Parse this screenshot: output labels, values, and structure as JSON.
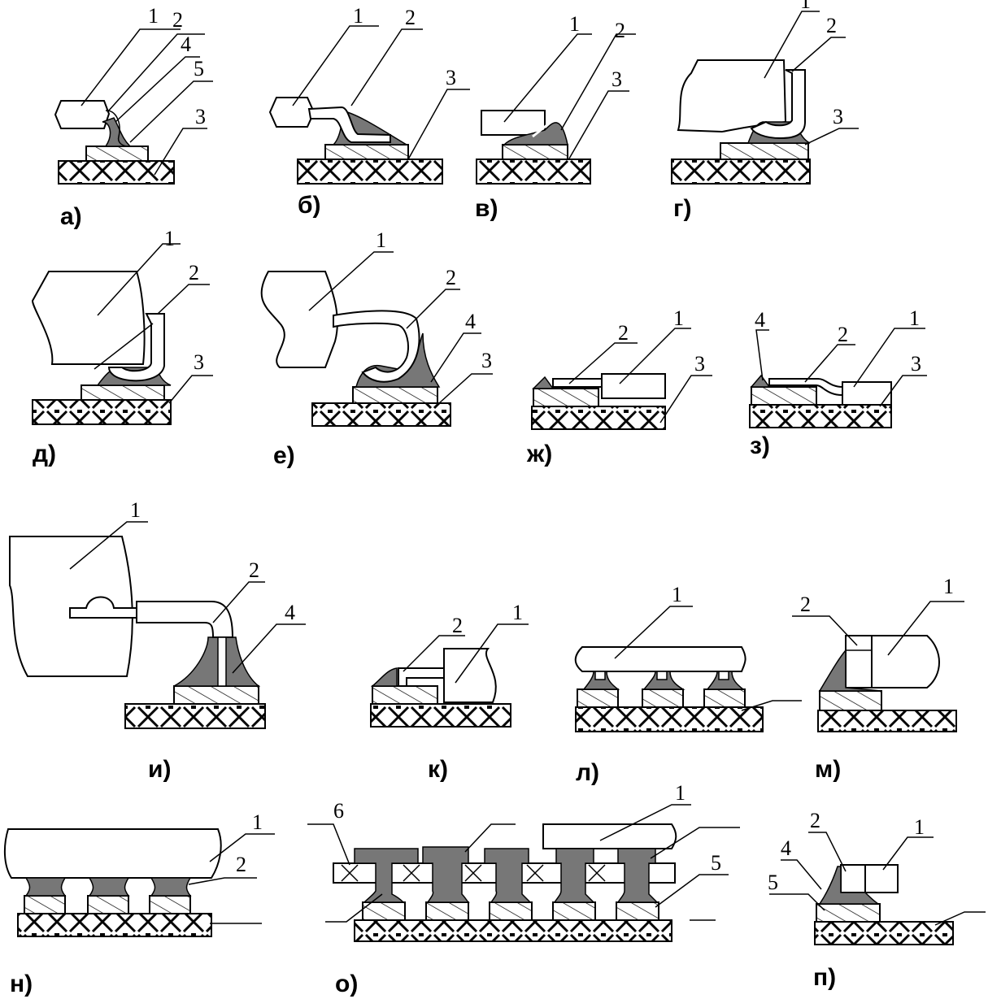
{
  "figure": {
    "panel_letters": [
      "а)",
      "б)",
      "в)",
      "г)",
      "д)",
      "е)",
      "ж)",
      "з)",
      "и)",
      "к)",
      "л)",
      "м)",
      "н)",
      "о)",
      "п)"
    ],
    "callouts": {
      "a": [
        "1",
        "2",
        "4",
        "5",
        "3"
      ],
      "b": [
        "1",
        "2",
        "3"
      ],
      "v": [
        "1",
        "2",
        "3"
      ],
      "g": [
        "1",
        "2",
        "3"
      ],
      "d": [
        "1",
        "2",
        "3"
      ],
      "e": [
        "1",
        "2",
        "4",
        "3"
      ],
      "zh": [
        "2",
        "1",
        "3"
      ],
      "z": [
        "4",
        "2",
        "1",
        "3"
      ],
      "i": [
        "1",
        "2",
        "4"
      ],
      "k": [
        "2",
        "1"
      ],
      "l": [
        "1"
      ],
      "m": [
        "2",
        "1"
      ],
      "n": [
        "1",
        "2"
      ],
      "o": [
        "6",
        "1",
        "5"
      ],
      "p": [
        "2",
        "1",
        "4",
        "5"
      ]
    }
  },
  "colors": {
    "line": "#000000",
    "solder": "#777777",
    "background": "#ffffff"
  }
}
